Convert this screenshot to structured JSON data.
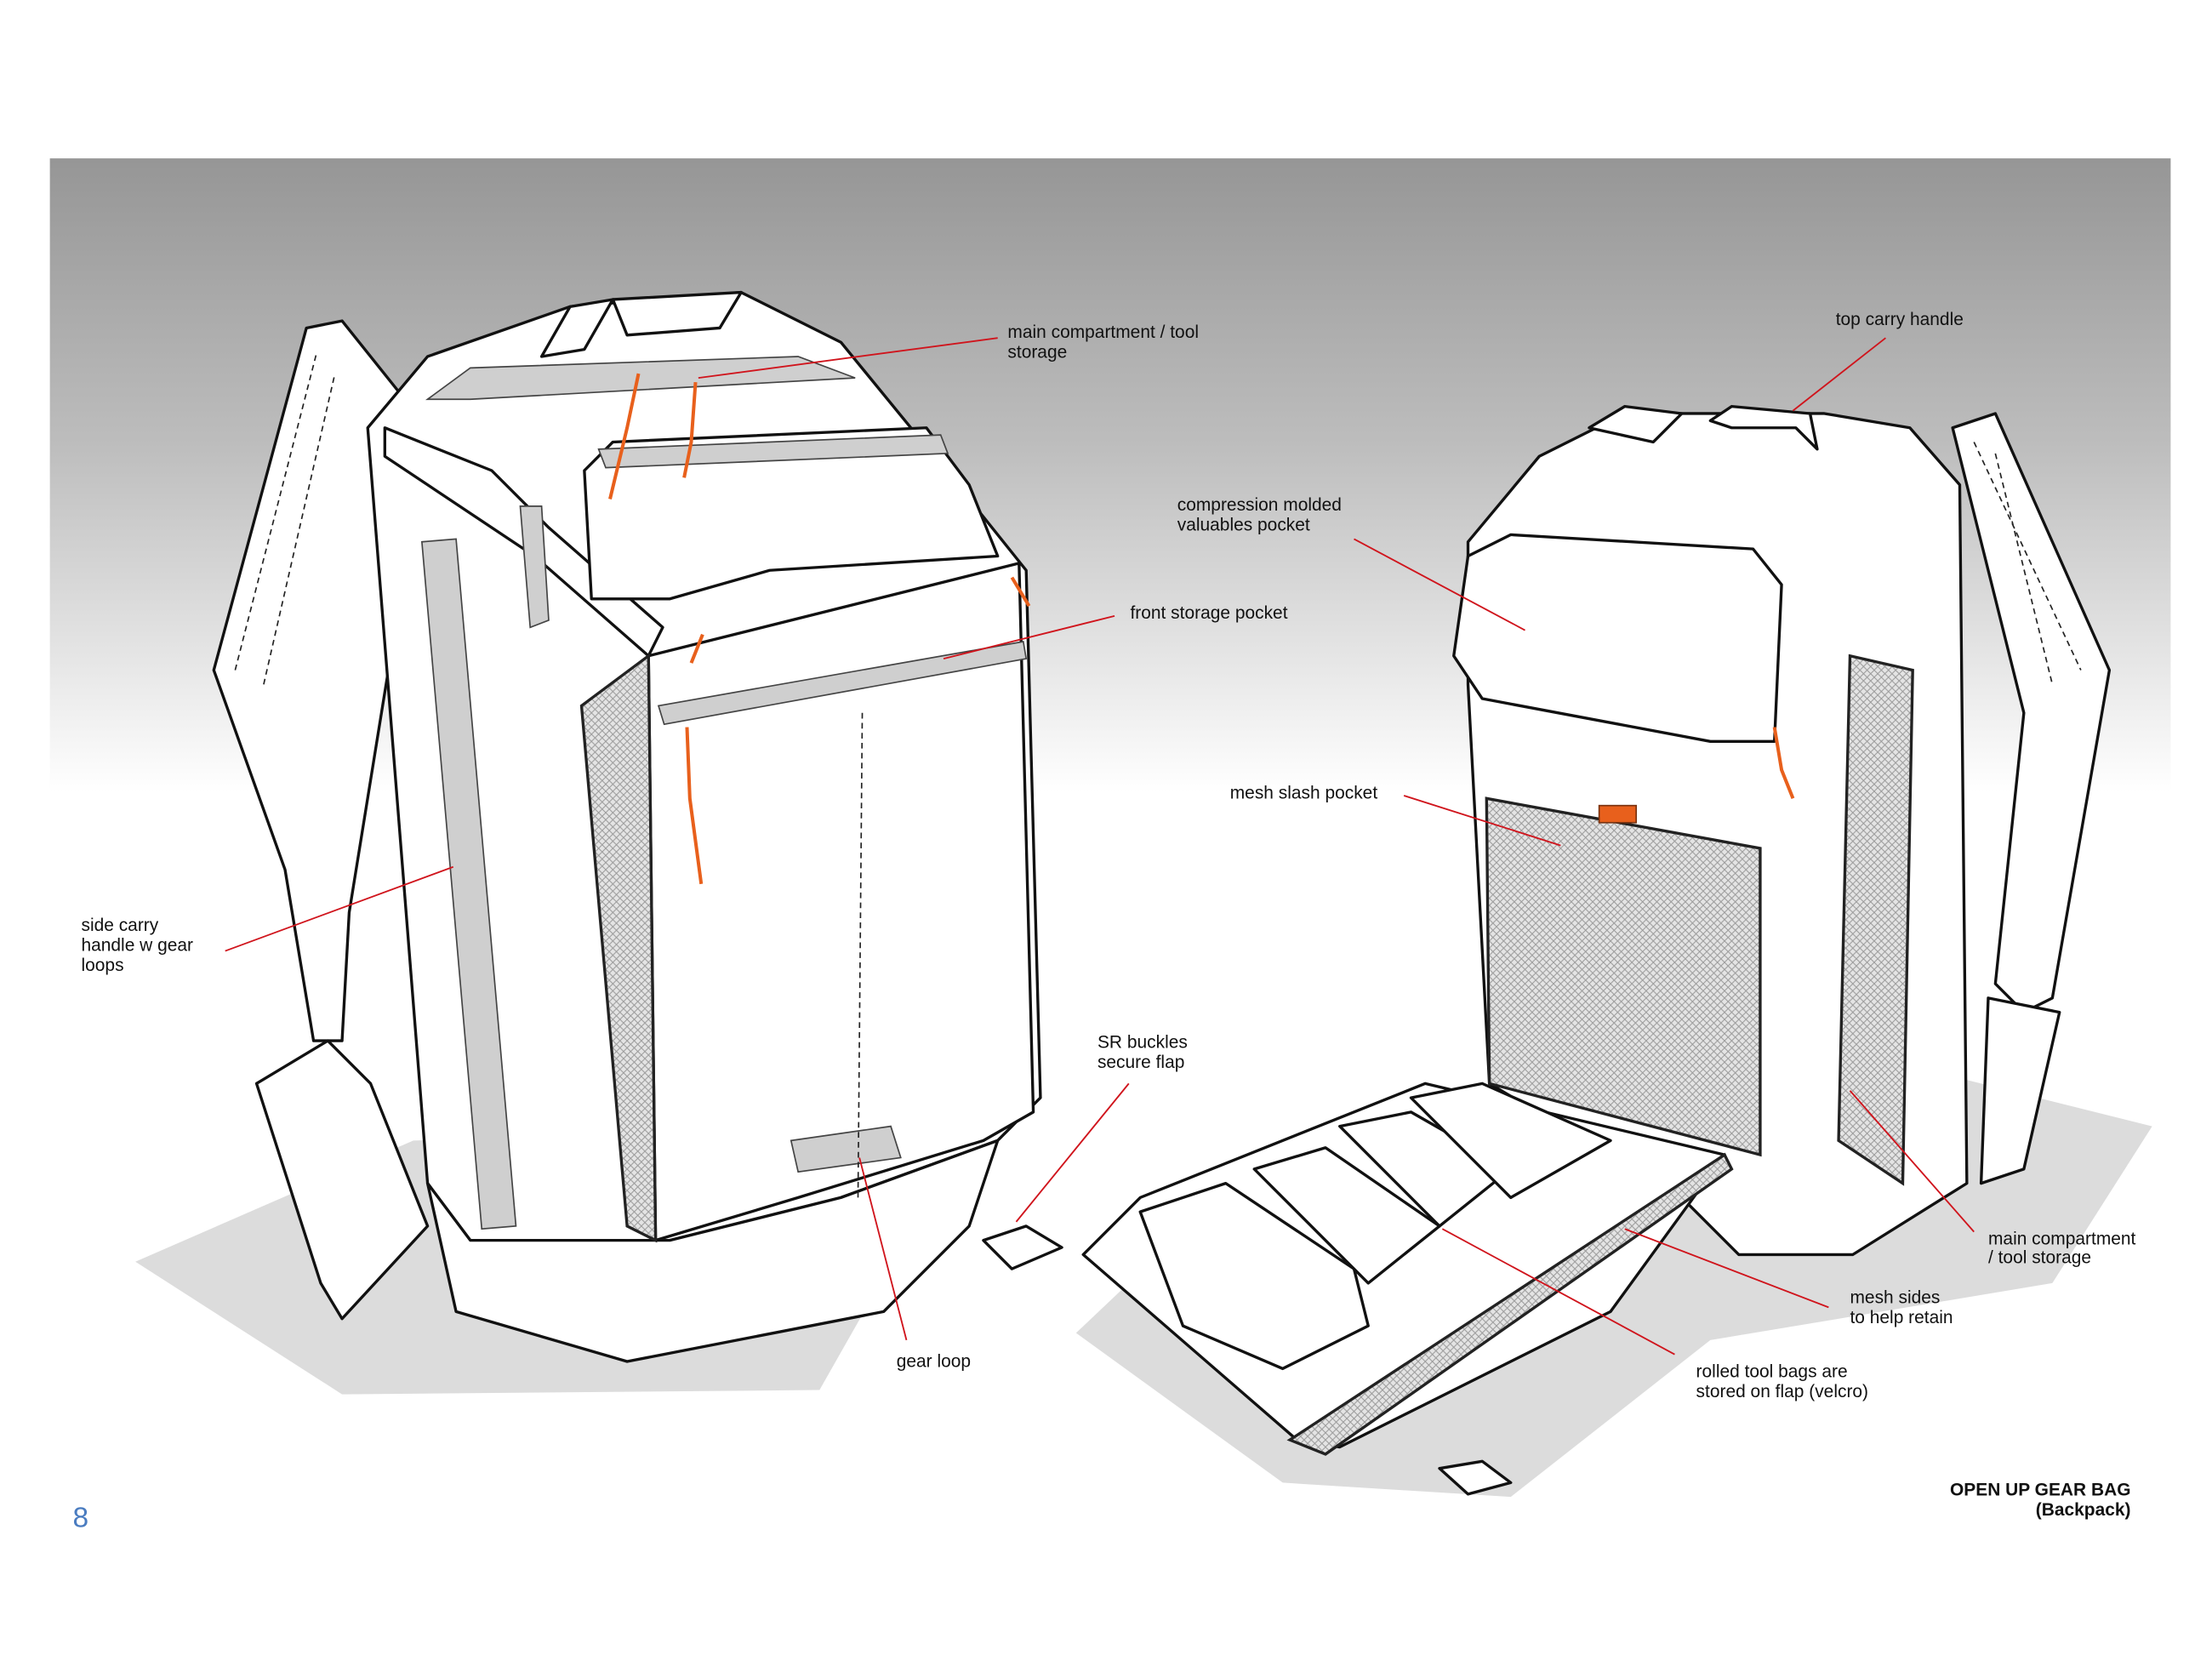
{
  "colors": {
    "leader_line": "#d0141c",
    "page_number": "#4a7cc0",
    "accent_pull": "#e8601c"
  },
  "labels": {
    "main_compartment_top": [
      "main compartment / tool",
      "storage"
    ],
    "top_carry_handle": [
      "top carry handle"
    ],
    "compression_pocket": [
      "compression molded",
      "valuables pocket"
    ],
    "front_storage_pocket": [
      "front storage pocket"
    ],
    "mesh_slash_pocket": [
      "mesh slash pocket"
    ],
    "side_carry_handle": [
      "side carry",
      "handle w gear",
      "loops"
    ],
    "sr_buckles": [
      "SR buckles",
      "secure flap"
    ],
    "gear_loop": [
      "gear loop"
    ],
    "main_compartment_side": [
      "main compartment",
      "/ tool storage"
    ],
    "mesh_sides": [
      "mesh sides",
      "to help retain"
    ],
    "rolled_tool_bags": [
      "rolled tool bags are",
      "stored on flap (velcro)"
    ]
  },
  "title": {
    "line1": "OPEN UP GEAR BAG",
    "line2": "(Backpack)"
  },
  "page_number": "8"
}
